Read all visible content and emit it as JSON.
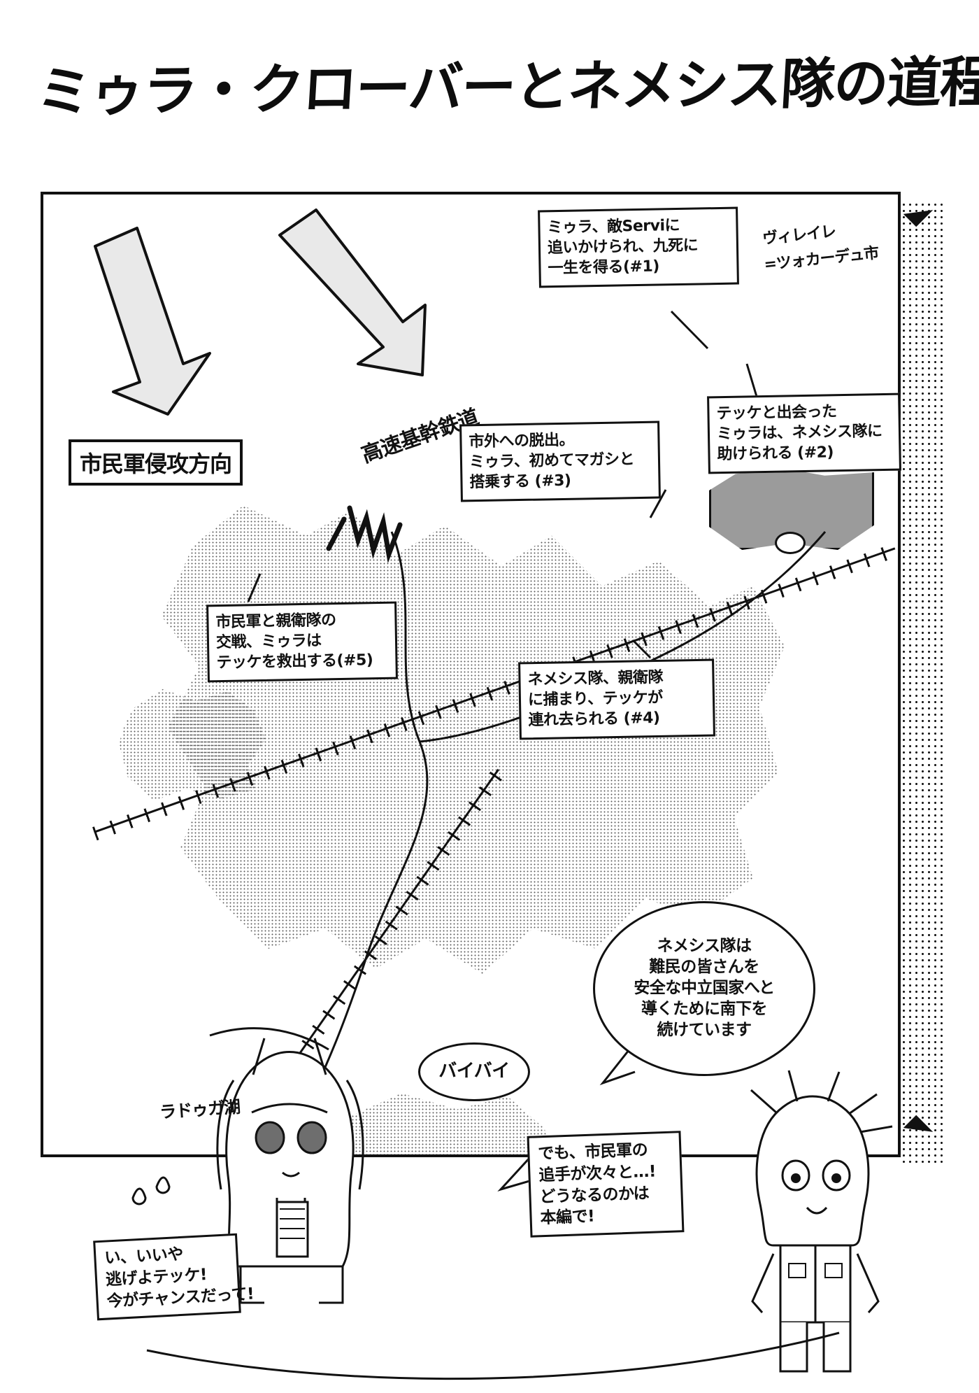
{
  "page": {
    "title": "ミゥラ・クローバーとネメシス隊の道程"
  },
  "map": {
    "labels": {
      "invasion_direction": "市民軍侵攻方向",
      "railway": "高速基幹鉄道",
      "city_name_line1": "ヴィレイレ",
      "city_name_line2": "=ツォカーデュ市",
      "lake_name": "ラドゥガ湖"
    },
    "callouts": [
      {
        "id": "callout-1",
        "lines": [
          "ミゥラ、敵Serviに",
          "追いかけられ、九死に",
          "一生を得る(#1)"
        ]
      },
      {
        "id": "callout-2",
        "lines": [
          "テッケと出会った",
          "ミゥラは、ネメシス隊に",
          "助けられる (#2)"
        ]
      },
      {
        "id": "callout-3",
        "lines": [
          "市外への脱出。",
          "ミゥラ、初めてマガシと",
          "搭乗する (#3)"
        ]
      },
      {
        "id": "callout-4",
        "lines": [
          "ネメシス隊、親衛隊",
          "に捕まり、テッケが",
          "連れ去られる (#4)"
        ]
      },
      {
        "id": "callout-5",
        "lines": [
          "市民軍と親衛隊の",
          "交戦、ミゥラは",
          "テッケを救出する(#5)"
        ]
      }
    ]
  },
  "bubbles": {
    "bye": "バイバイ",
    "nemesis": [
      "ネメシス隊は",
      "難民の皆さんを",
      "安全な中立国家へと",
      "導くために南下を",
      "続けています"
    ],
    "pursuit": [
      "でも、市民軍の",
      "追手が次々と…!",
      "どうなるのかは",
      "本編で!"
    ],
    "miura": [
      "い、いいや",
      "逃げよテッケ!",
      "今がチャンスだって!"
    ]
  },
  "colors": {
    "ink": "#111111",
    "terrain": "#444444",
    "city_fill": "#9b9b9b",
    "lake_fill": "#7d7d7d",
    "paper": "#ffffff"
  },
  "icons": {
    "arrow_down_left": "big-arrow-icon",
    "arrow_down_right": "big-arrow-icon",
    "blast": "blast-icon",
    "corner_arrow_top": "corner-arrow-icon",
    "corner_arrow_bottom": "corner-arrow-icon"
  }
}
